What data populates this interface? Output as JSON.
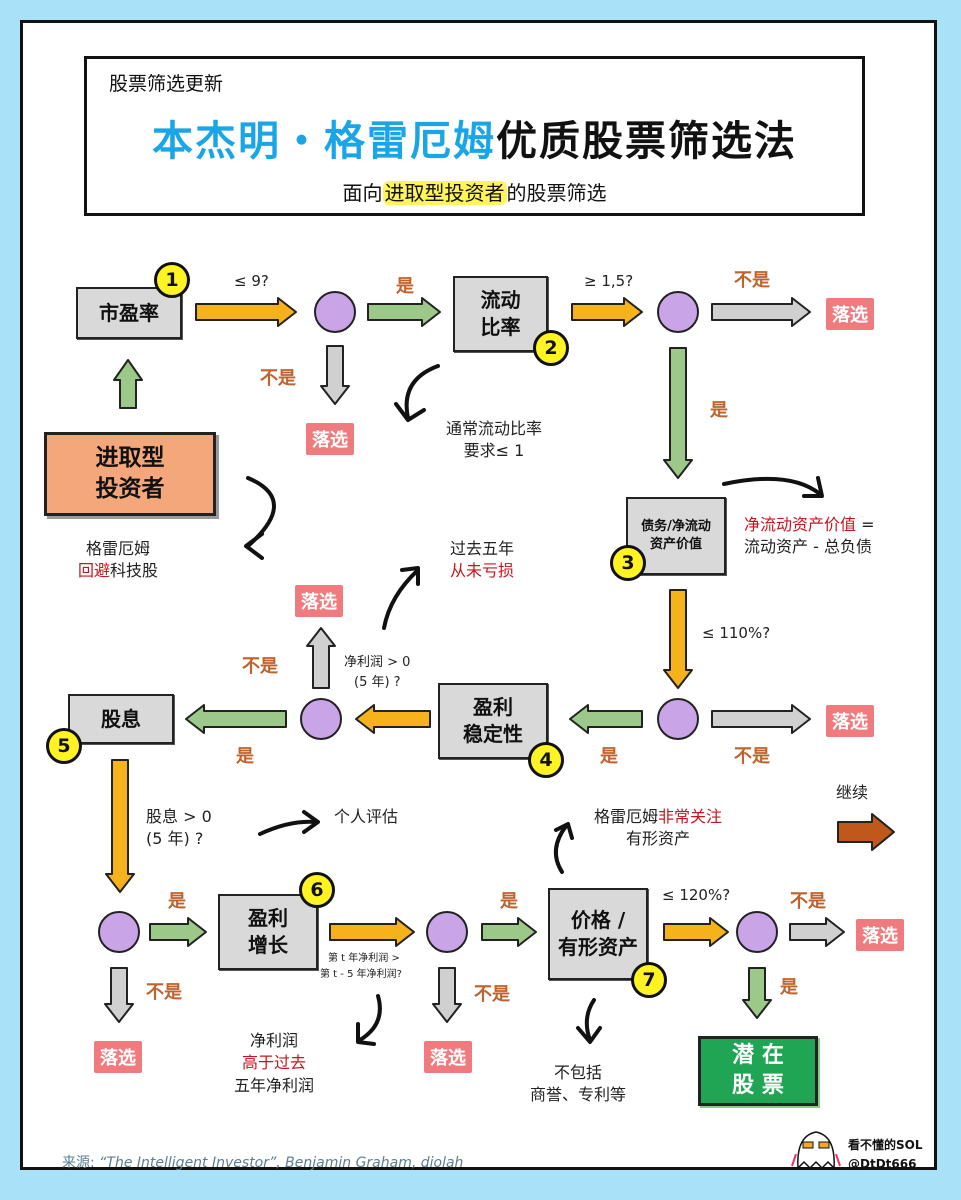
{
  "header": {
    "kicker": "股票筛选更新",
    "title_highlight": "本杰明・格雷厄姆",
    "title_rest": "优质股票筛选法",
    "subtitle_prefix": "面向",
    "subtitle_highlight": "进取型投资者",
    "subtitle_suffix": "的股票筛选"
  },
  "colors": {
    "background": "#a9e1f8",
    "title_blue": "#1aa6e6",
    "step_box": "#d9d9d9",
    "start_box": "#f4a77a",
    "result_box": "#1fa554",
    "decision_node": "#c9a4e6",
    "reject": "#ef7b7e",
    "yes_no_label": "#c0622c",
    "arrow_orange": "#f5b21a",
    "arrow_green": "#9cc98a",
    "arrow_gray": "#d0d0d0",
    "arrow_continue": "#c0581c",
    "badge": "#fff323",
    "note_red": "#c8141e"
  },
  "start": {
    "line1": "进取型",
    "line2": "投资者"
  },
  "start_note": {
    "line1": "格雷厄姆",
    "line2_red": "回避",
    "line2_rest": "科技股"
  },
  "steps": [
    {
      "number": "1",
      "line1": "市盈率",
      "line2": "",
      "condition": "≤ 9?"
    },
    {
      "number": "2",
      "line1": "流动",
      "line2": "比率",
      "condition": "≥ 1,5?"
    },
    {
      "number": "3",
      "line1": "债务/净流动",
      "line2": "资产价值",
      "condition": "≤ 110%?"
    },
    {
      "number": "4",
      "line1": "盈利",
      "line2": "稳定性",
      "condition_line1": "净利润 > 0",
      "condition_line2": "(5 年) ?"
    },
    {
      "number": "5",
      "line1": "股息",
      "line2": "",
      "condition_line1": "股息 > 0",
      "condition_line2": "(5 年) ?"
    },
    {
      "number": "6",
      "line1": "盈利",
      "line2": "增长",
      "condition_line1": "第 t 年净利润 >",
      "condition_line2": "第 t - 5 年净利润?"
    },
    {
      "number": "7",
      "line1": "价格 /",
      "line2": "有形资产",
      "condition": "≤ 120%?"
    }
  ],
  "labels": {
    "yes": "是",
    "no": "不是",
    "reject": "落选"
  },
  "notes": {
    "current_ratio": {
      "line1": "通常流动比率",
      "line2": "要求≤ 1"
    },
    "ncav": {
      "line1_red": "净流动资产价值",
      "line1_rest": " =",
      "line2": "流动资产 - 总负债"
    },
    "no_loss": {
      "line1": "过去五年",
      "line2_red": "从未亏损"
    },
    "personal": "个人评估",
    "growth": {
      "line1": "净利润",
      "line2_red": "高于过去",
      "line3": "五年净利润"
    },
    "tangible": {
      "line1_prefix": "格雷厄姆",
      "line1_red": "非常关注",
      "line2": "有形资产"
    },
    "exclude": {
      "line1": "不包括",
      "line2": "商誉、专利等"
    },
    "continue": "继续"
  },
  "result": {
    "line1": "潜 在",
    "line2": "股 票"
  },
  "footer": {
    "source_label": "来源:",
    "source_text": " “The Intelligent Investor”, Benjamin Graham, diolah",
    "author_name": "看不懂的SOL",
    "author_handle": "@DtDt666"
  }
}
